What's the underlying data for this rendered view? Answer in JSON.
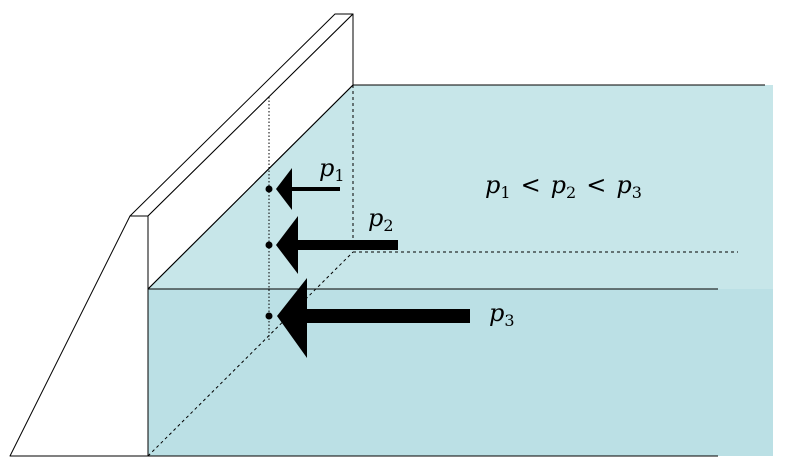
{
  "colors": {
    "water_surface": "#c7e6e9",
    "water_front": "#bbe0e5",
    "outline": "#000000",
    "background": "#ffffff"
  },
  "labels": {
    "p1": {
      "base": "p",
      "sub": "1"
    },
    "p2": {
      "base": "p",
      "sub": "2"
    },
    "p3": {
      "base": "p",
      "sub": "3"
    },
    "relation": {
      "a": "p",
      "a_sub": "1",
      "op1": "<",
      "b": "p",
      "b_sub": "2",
      "op2": "<",
      "c": "p",
      "c_sub": "3"
    }
  }
}
